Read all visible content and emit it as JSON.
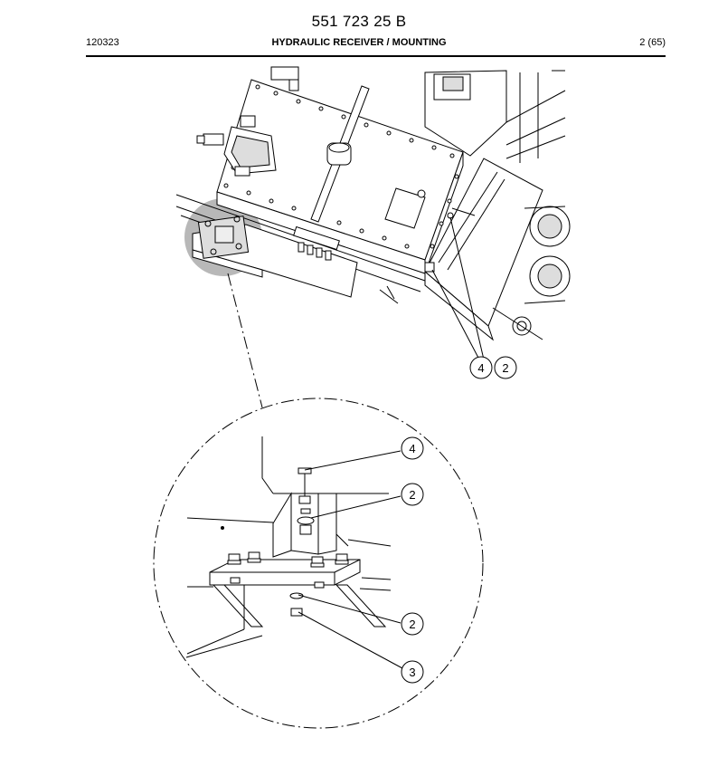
{
  "header": {
    "doc_number": "551 723 25 B",
    "code": "120323",
    "title": "HYDRAULIC RECEIVER / MOUNTING",
    "page": "2 (65)"
  },
  "callouts": {
    "overview_a": "4",
    "overview_b": "2",
    "detail_1": "4",
    "detail_2": "2",
    "detail_3": "2",
    "detail_4": "3"
  }
}
